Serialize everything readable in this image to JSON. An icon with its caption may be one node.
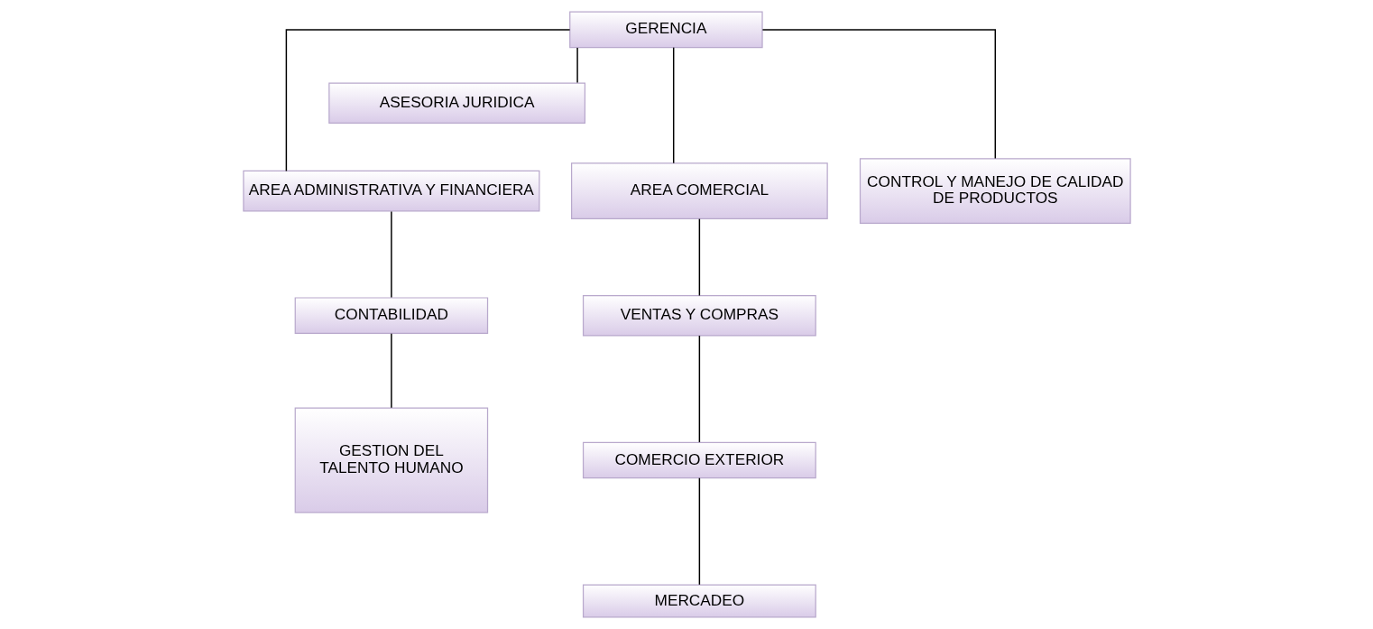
{
  "diagram": {
    "nodes": [
      {
        "text": [
          "GERENCIA"
        ]
      },
      {
        "text": [
          "ASESORIA JURIDICA"
        ]
      },
      {
        "text": [
          "AREA ADMINISTRATIVA Y FINANCIERA"
        ]
      },
      {
        "text": [
          "AREA COMERCIAL"
        ]
      },
      {
        "text": [
          "CONTROL Y MANEJO DE CALIDAD DE PRODUCTOS"
        ]
      },
      {
        "text": [
          "CONTABILIDAD"
        ]
      },
      {
        "text": [
          "GESTION DEL TALENTO HUMANO"
        ]
      },
      {
        "text": [
          "VENTAS Y COMPRAS"
        ]
      },
      {
        "text": [
          "COMERCIO EXTERIOR"
        ]
      },
      {
        "text": [
          "MERCADEO"
        ]
      }
    ],
    "edges": [
      {
        "from": 0,
        "to": 1,
        "arrow": "none"
      },
      {
        "from": 0,
        "to": 2,
        "arrow": "none"
      },
      {
        "from": 0,
        "to": 3,
        "arrow": "none"
      },
      {
        "from": 0,
        "to": 4,
        "arrow": "none"
      },
      {
        "from": 2,
        "to": 5,
        "arrow": "none"
      },
      {
        "from": 5,
        "to": 6,
        "arrow": "none"
      },
      {
        "from": 3,
        "to": 7,
        "arrow": "none"
      },
      {
        "from": 7,
        "to": 8,
        "arrow": "none"
      },
      {
        "from": 8,
        "to": 9,
        "arrow": "none"
      }
    ]
  }
}
